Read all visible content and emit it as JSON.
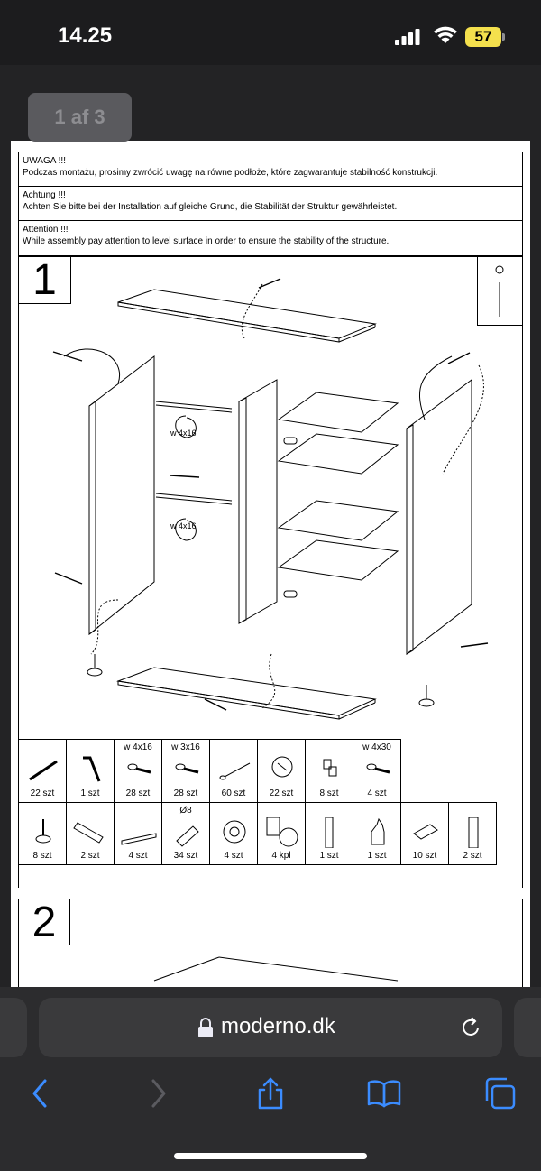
{
  "status_bar": {
    "time": "14.25",
    "battery": "57",
    "battery_color": "#f4e04d"
  },
  "viewer": {
    "page_indicator": "1 af 3"
  },
  "page1": {
    "notes": [
      {
        "title": "UWAGA !!!",
        "text": "Podczas montażu, prosimy zwrócić uwagę na równe podłoże, które zagwarantuje stabilność konstrukcji."
      },
      {
        "title": "Achtung !!!",
        "text": "Achten Sie bitte bei der Installation auf gleiche Grund, die Stabilität der Struktur gewährleistet."
      },
      {
        "title": "Attention !!!",
        "text": " While assembly pay attention to level surface in order to ensure the stability of the structure."
      }
    ],
    "step": "1",
    "callouts": [
      "w 4x16",
      "w 4x16"
    ],
    "parts_row1": [
      {
        "spec": "",
        "qty": "22 szt",
        "icon": "dowel-screw-icon"
      },
      {
        "spec": "",
        "qty": "1 szt",
        "icon": "allen-key-icon"
      },
      {
        "spec": "w 4x16",
        "qty": "28 szt",
        "icon": "screw-icon"
      },
      {
        "spec": "w 3x16",
        "qty": "28 szt",
        "icon": "screw-icon"
      },
      {
        "spec": "",
        "qty": "60 szt",
        "icon": "nail-icon"
      },
      {
        "spec": "",
        "qty": "22 szt",
        "icon": "cam-lock-icon"
      },
      {
        "spec": "",
        "qty": "8 szt",
        "icon": "connector-icon"
      },
      {
        "spec": "w 4x30",
        "qty": "4 szt",
        "icon": "screw-icon"
      }
    ],
    "parts_row2": [
      {
        "spec": "",
        "qty": "8 szt",
        "icon": "adjustable-foot-icon"
      },
      {
        "spec": "",
        "qty": "2 szt",
        "icon": "hanging-rod-icon"
      },
      {
        "spec": "",
        "qty": "4 szt",
        "icon": "drawer-runner-icon"
      },
      {
        "spec": "Ø8",
        "qty": "34 szt",
        "icon": "wooden-dowel-icon"
      },
      {
        "spec": "",
        "qty": "4 szt",
        "icon": "rod-holder-icon"
      },
      {
        "spec": "",
        "qty": "4 kpl",
        "icon": "hinge-icon"
      },
      {
        "spec": "",
        "qty": "1 szt",
        "icon": "strip-icon"
      },
      {
        "spec": "",
        "qty": "1 szt",
        "icon": "glue-bottle-icon"
      },
      {
        "spec": "",
        "qty": "10 szt",
        "icon": "pad-icon"
      },
      {
        "spec": "",
        "qty": "2 szt",
        "icon": "bracket-icon"
      }
    ]
  },
  "page2": {
    "step": "2"
  },
  "browser": {
    "url": "moderno.dk"
  }
}
